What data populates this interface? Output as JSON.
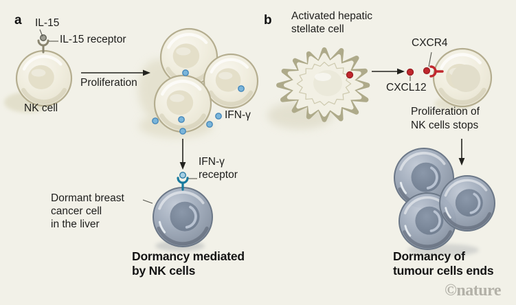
{
  "figure": {
    "credit": "©nature",
    "panel_a": {
      "label": "a",
      "ligand_label": "IL-15",
      "ligand_receptor_label": "IL-15 receptor",
      "cell_label": "NK cell",
      "arrow_label": "Proliferation",
      "cytokine_label": "IFN-γ",
      "cytokine_receptor_label": [
        "IFN-γ",
        "receptor"
      ],
      "dormant_cell_label": [
        "Dormant breast",
        "cancer cell",
        "in the liver"
      ],
      "caption": [
        "Dormancy mediated",
        "by NK cells"
      ]
    },
    "panel_b": {
      "label": "b",
      "stellate_cell_label": [
        "Activated hepatic",
        "stellate cell"
      ],
      "chemokine_receptor_label": "CXCR4",
      "chemokine_label": "CXCL12",
      "outcome_label": [
        "Proliferation of",
        "NK cells stops"
      ],
      "caption": [
        "Dormancy of",
        "tumour cells ends"
      ]
    },
    "colors": {
      "background": "#f2f1e8",
      "nk_cell_fill": "#f0edde",
      "nk_cell_outline": "#b4ad8f",
      "tumour_cell_fill": "#9ca7b6",
      "tumour_cell_outline": "#6b7787",
      "ifn_gamma_dot": "#7ab5da",
      "ifn_receptor_teal": "#177a9e",
      "cxcl12_red": "#c0272d",
      "il15_receptor_olive": "#8a8570",
      "stellate_spikes": "#aeaa8a",
      "text": "#1d1d1b"
    }
  }
}
